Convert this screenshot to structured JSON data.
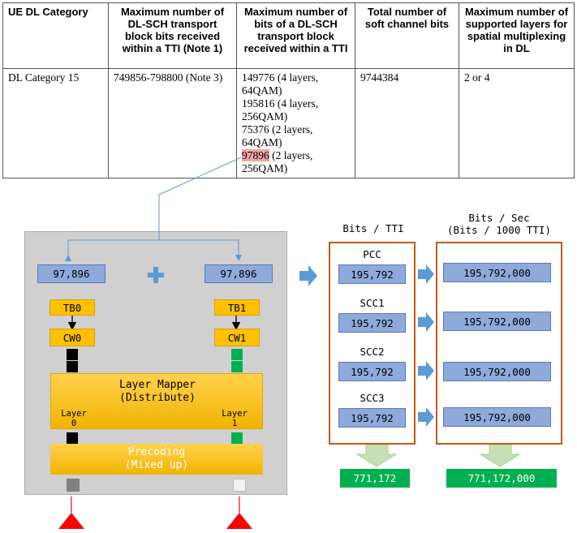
{
  "table": {
    "headers": [
      "UE DL Category",
      "Maximum number of DL-SCH transport block bits received within a TTI (Note 1)",
      "Maximum number of bits of a DL-SCH transport block received within a TTI",
      "Total number of soft channel bits",
      "Maximum number of supported layers for spatial multiplexing in DL"
    ],
    "row": {
      "category": "DL Category 15",
      "max_tb_bits": "749856-798800 (Note 3)",
      "max_bits_options": [
        "149776 (4 layers, 64QAM)",
        "195816 (4 layers, 256QAM)",
        "75376 (2 layers, 64QAM)"
      ],
      "highlight_value": "97896",
      "highlight_suffix": " (2 layers, 256QAM)",
      "soft_bits": "9744384",
      "layers": "2 or 4"
    }
  },
  "diagram": {
    "tb_value_left": "97,896",
    "tb_value_right": "97,896",
    "tb0": "TB0",
    "tb1": "TB1",
    "cw0": "CW0",
    "cw1": "CW1",
    "layer_mapper_title": "Layer Mapper",
    "layer_mapper_sub": "(Distribute)",
    "layer0": "Layer",
    "layer0_num": "0",
    "layer1": "Layer",
    "layer1_num": "1",
    "precoding_title": "Precoding",
    "precoding_sub": "(Mixed up)",
    "bits_tti_header": "Bits / TTI",
    "bits_sec_header": "Bits / Sec",
    "bits_sec_sub": "(Bits / 1000 TTI)",
    "carriers": [
      {
        "name": "PCC",
        "bits_tti": "195,792",
        "bits_sec": "195,792,000"
      },
      {
        "name": "SCC1",
        "bits_tti": "195,792",
        "bits_sec": "195,792,000"
      },
      {
        "name": "SCC2",
        "bits_tti": "195,792",
        "bits_sec": "195,792,000"
      },
      {
        "name": "SCC3",
        "bits_tti": "195,792",
        "bits_sec": "195,792,000"
      }
    ],
    "total_tti": "771,172",
    "total_sec": "771,172,000",
    "colors": {
      "blue_box": "#8eaadb",
      "tb_box": "#ffc000",
      "total_box": "#00b050",
      "frame": "#c55a11",
      "antenna": "#ff0000"
    }
  }
}
